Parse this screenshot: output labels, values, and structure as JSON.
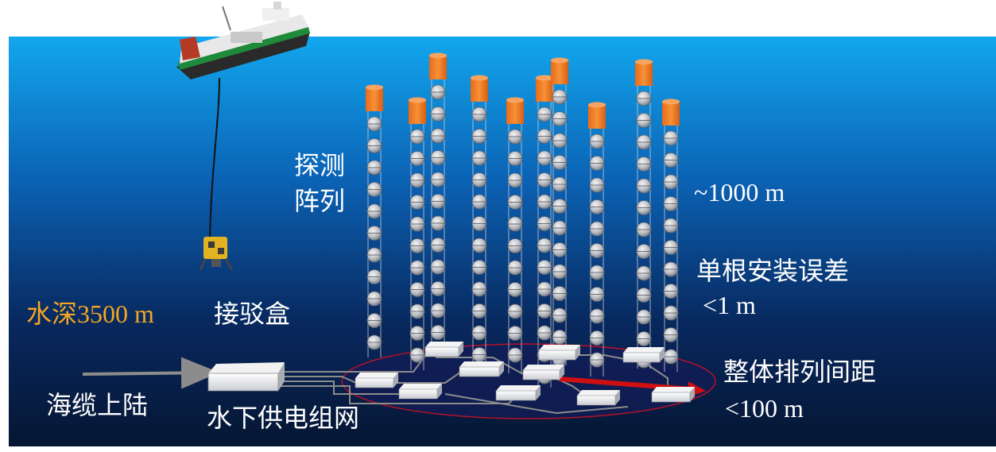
{
  "labels": {
    "array_title": [
      "探测",
      "阵列"
    ],
    "string_length": "~1000 m",
    "install_error_title": "单根安装误差",
    "install_error_value": "<1 m",
    "depth": "水深3500 m",
    "junction_box": "接驳盒",
    "spacing_title": "整体排列间距",
    "spacing_value": "<100 m",
    "cable_landing": "海缆上陆",
    "power_network": "水下供电组网"
  },
  "colors": {
    "sea_top": "#12a7ee",
    "sea_bottom": "#061633",
    "buoy": "#f07a24",
    "depth_text": "#f5a623",
    "text": "#ffffff",
    "spacing_arrow": "#d01010",
    "footprint_ring": "#b3122a",
    "cable": "#8c8c8c"
  },
  "icons": [
    "research-ship-icon",
    "rov-junction-box-icon",
    "optical-module-icon",
    "float-buoy-icon"
  ]
}
